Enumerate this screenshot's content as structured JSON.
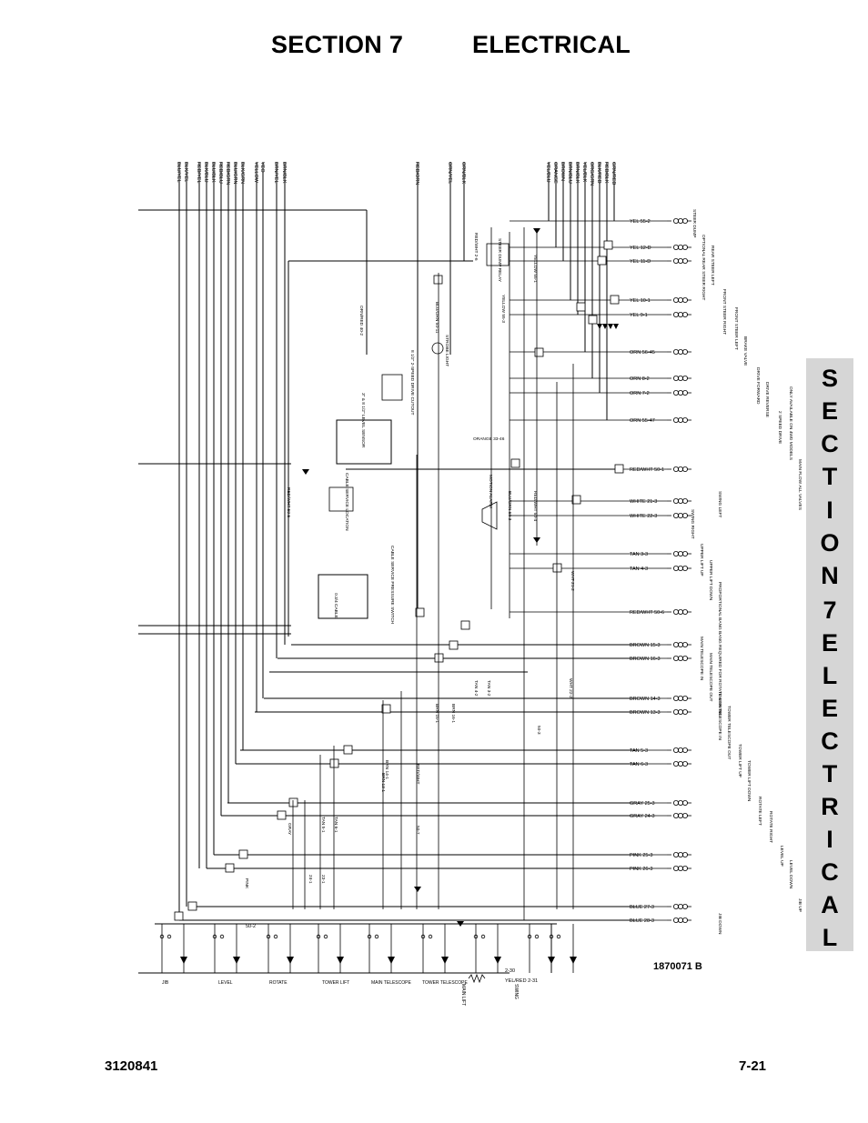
{
  "header": {
    "section": "SECTION 7",
    "title": "ELECTRICAL"
  },
  "side_tab": [
    "S",
    "E",
    "C",
    "T",
    "I",
    "O",
    "N",
    "7",
    "E",
    "L",
    "E",
    "C",
    "T",
    "R",
    "I",
    "C",
    "A",
    "L"
  ],
  "footer": {
    "doc_number": "3120841",
    "page": "7-21"
  },
  "diagram": {
    "number": "1870071 B",
    "top_wire_labels": [
      "BLU/YEL",
      "BLK/YEL",
      "RED/YEL",
      "BLK/BLU",
      "BLU/BLK",
      "RED/BLU",
      "RED/GRN",
      "BLU/GRN",
      "BLK/GRN",
      "YELLOW",
      "YEO",
      "BRN/YEL",
      "BRN/BLK",
      "RED/ORN",
      "ORN/YEL",
      "ORN/BLK",
      "YEL/BLU",
      "ORANGE",
      "BROWN",
      "BRN/BLU",
      "BRN/BLK",
      "YEL/BLK",
      "ORG/GRN",
      "BLK/RED",
      "RED/BLK",
      "GRN/RED"
    ],
    "right_wire_labels": [
      "YEL 55-2",
      "YEL 12-D",
      "YEL 11-D",
      "YEL 10-1",
      "YEL 9-1",
      "ORN 56-45",
      "ORN 8-2",
      "ORN 7-2",
      "ORN 55-47",
      "RED/WHT 50-1",
      "WHITE 21-3",
      "WHITE 22-3",
      "TAN 3-3",
      "TAN 4-3",
      "RED/WHT 50-6",
      "BROWN 15-3",
      "BROWN 16-3",
      "BROWN 14-3",
      "BROWN 13-3",
      "TAN 5-3",
      "TAN 6-3",
      "GRAY 25-3",
      "GRAY 24-3",
      "PINK 25-3",
      "PINK 26-3",
      "BLUE 27-3",
      "BLUE 28-3"
    ],
    "right_function_labels": [
      "STEER DUMP",
      "OPTIONAL REAR STEER RIGHT",
      "REAR STEER LEFT",
      "FRONT STEER RIGHT",
      "FRONT STEER LEFT",
      "BRAKE VALVE",
      "DRIVE FORWARD",
      "DRIVE REVERSE",
      "2 SPEED DRIVE",
      "ONLY AVAILABLE ON 4WD MODELS",
      "MAIN FLOW ALL VALVES",
      "SWING LEFT",
      "SWING RIGHT",
      "UPPER LIFT UP",
      "UPPER LIFT DOWN",
      "PROPORTIONAL BANG BANG REQUIRED FOR ROTATE & SWING",
      "MAIN TELESCOPE IN",
      "MAIN TELESCOPE OUT",
      "TOWER TELESCOPE IN",
      "TOWER TELESCOPE OUT",
      "TOWER LIFT UP",
      "TOWER LIFT DOWN",
      "ROTATE LEFT",
      "ROTATE RIGHT",
      "LEVEL UP",
      "LEVEL DOWN",
      "JIB UP",
      "JIB DOWN"
    ],
    "bottom_labels": [
      "JIB",
      "LEVEL",
      "ROTATE",
      "TOWER LIFT",
      "MAIN TELESCOPE",
      "TOWER TELESCOPE",
      "MAIN LIFT",
      "SWING"
    ],
    "bottom_wire_labels": [
      "2-30",
      "YEL/RED 2-31",
      "50-2"
    ],
    "inner_labels": [
      "STEER DUMP RELAY",
      "STROBE LIGHT",
      "8 1/2\" 2-SPEED DRIVE CUTOUT",
      "3\" & 8 1/2\" LEVEL SENSOR",
      "CABLE SERVICE LOCATION",
      "MOTION ALARM",
      "ORANGE 33-46",
      "RED/WHT 50-5",
      "BLU/ORN 50-11",
      "BLU/ORN 60-3",
      "YELLOW 55-1",
      "YELLOW 55-3",
      "0.3/4 CABLE",
      "CABLE SERVICE PRESSURE SWITCH",
      "RED/WHT 50-4",
      "WHT 21-2",
      "WHT 22-2",
      "TAN 3-2",
      "TAN 4-2",
      "BRN 16-1",
      "BRN 15-1",
      "BRN 14-1",
      "BRN 13-1",
      "TAN 6-1",
      "TAN 5-1",
      "GRAY",
      "24-1",
      "23-1",
      "PINK",
      "RED/WHT",
      "50-3",
      "50-7",
      "RED/WHT 2-6",
      "ORN/RED 40-2"
    ]
  }
}
